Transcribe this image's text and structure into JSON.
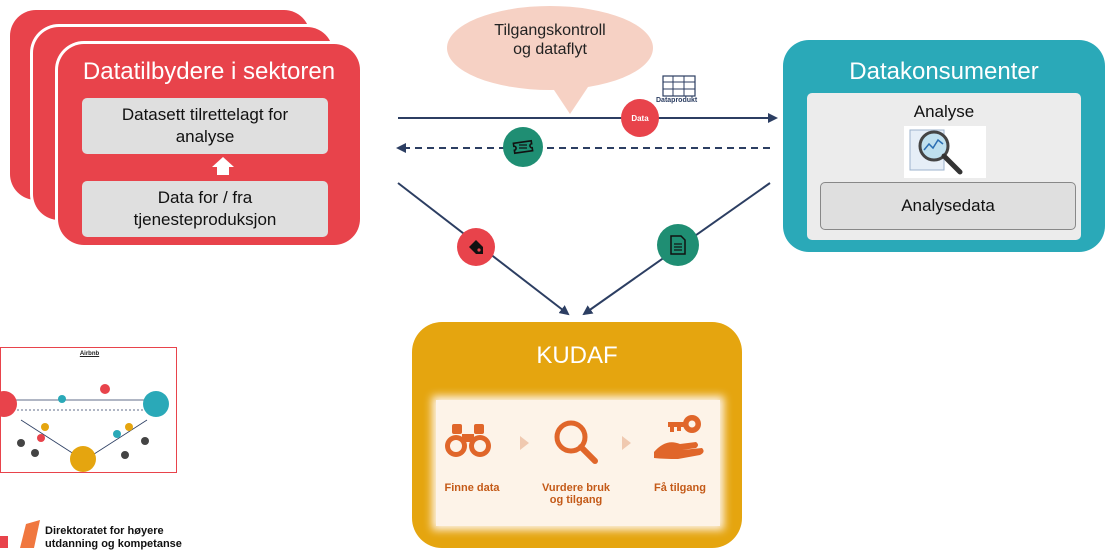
{
  "providers": {
    "title": "Datatilbydere i sektoren",
    "dataset_box": "Datasett tilrettelagt for analyse",
    "source_box": "Data for / fra tjenesteproduksjon"
  },
  "access_bubble": {
    "line1": "Tilgangskontroll",
    "line2": "og dataflyt"
  },
  "data_badge": "Data",
  "dataprodukt_label": "Dataprodukt",
  "consumers": {
    "title": "Datakonsumenter",
    "analyse_label": "Analyse",
    "analysedata_label": "Analysedata"
  },
  "kudaf": {
    "title": "KUDAF",
    "steps": [
      {
        "label_line1": "Finne data",
        "label_line2": ""
      },
      {
        "label_line1": "Vurdere bruk",
        "label_line2": "og tilgang"
      },
      {
        "label_line1": "Få tilgang",
        "label_line2": ""
      }
    ]
  },
  "thumbnail": {
    "title": "Airbnb"
  },
  "logo": {
    "text_line1": "Direktoratet for høyere",
    "text_line2": "utdanning og kompetanse"
  },
  "colors": {
    "provider_red": "#e8434b",
    "consumer_teal": "#2aa9b8",
    "kudaf_gold": "#e5a50f",
    "bubble_pink": "#f6d1c4",
    "icon_green": "#1f8e73",
    "arrow_navy": "#2c3e62"
  }
}
